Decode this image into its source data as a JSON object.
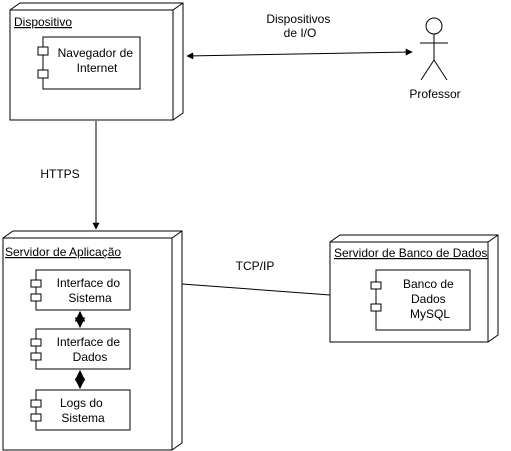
{
  "diagram": {
    "nodes": {
      "dispositivo": {
        "title": "Dispositivo",
        "components": [
          {
            "label_lines": [
              "Navegador de",
              "Internet"
            ]
          }
        ]
      },
      "servidor_aplicacao": {
        "title": "Servidor de Aplicação",
        "components": [
          {
            "label_lines": [
              "Interface do",
              "Sistema"
            ]
          },
          {
            "label_lines": [
              "Interface de",
              "Dados"
            ]
          },
          {
            "label_lines": [
              "Logs do",
              "Sistema"
            ]
          }
        ]
      },
      "servidor_banco": {
        "title": "Servidor de Banco de Dados",
        "components": [
          {
            "label_lines": [
              "Banco de",
              "Dados",
              "MySQL"
            ]
          }
        ]
      }
    },
    "actor": {
      "label": "Professor"
    },
    "edges": {
      "io_label_lines": [
        "Dispositivos",
        "de I/O"
      ],
      "https_label": "HTTPS",
      "tcpip_label": "TCP/IP"
    }
  }
}
